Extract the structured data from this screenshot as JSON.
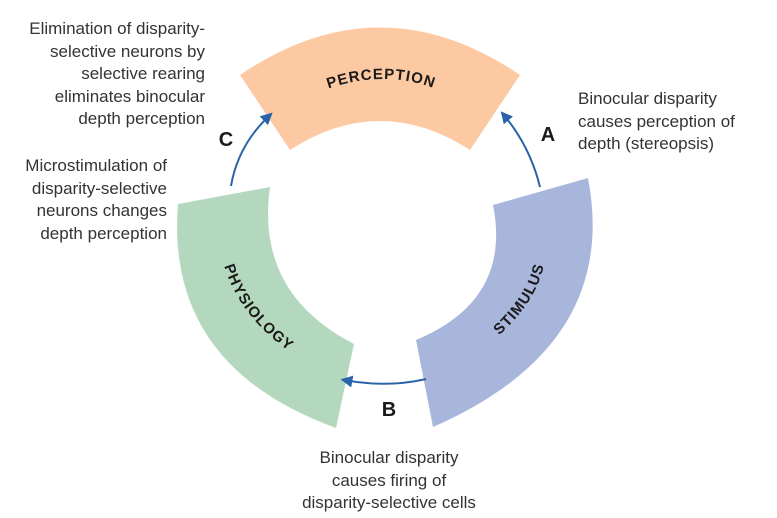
{
  "segments": {
    "perception": {
      "label": "PERCEPTION",
      "color": "#fcc9a2"
    },
    "stimulus": {
      "label": "STIMULUS",
      "color": "#a9b6dc"
    },
    "physiology": {
      "label": "PHYSIOLOGY",
      "color": "#b4d8be"
    }
  },
  "arrow_color": "#2b63a8",
  "arrows": {
    "a": {
      "letter": "A"
    },
    "b": {
      "letter": "B"
    },
    "c": {
      "letter": "C"
    }
  },
  "descriptions": {
    "c_top": [
      "Elimination of disparity-",
      "selective neurons by",
      "selective rearing",
      "eliminates binocular",
      "depth perception"
    ],
    "c_bottom": [
      "Microstimulation of",
      "disparity-selective",
      "neurons changes",
      "depth perception"
    ],
    "a": [
      "Binocular disparity",
      "causes perception of",
      "depth (stereopsis)"
    ],
    "b": [
      "Binocular disparity",
      "causes firing of",
      "disparity-selective cells"
    ]
  }
}
